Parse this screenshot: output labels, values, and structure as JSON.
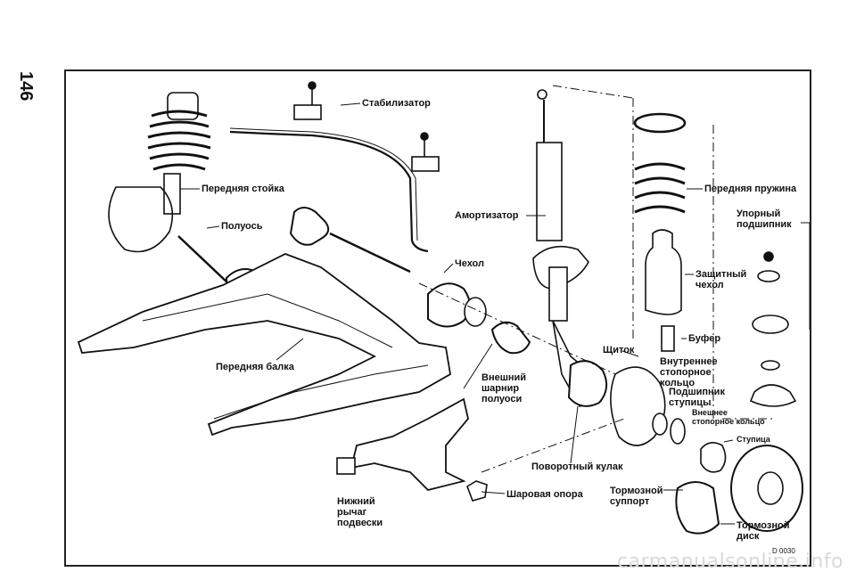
{
  "page": {
    "number": "146",
    "figure_code": "D 0030",
    "watermark": "carmanualsonline.info"
  },
  "labels": {
    "stabilizer": "Стабилизатор",
    "front_strut": "Передняя стойка",
    "half_shaft": "Полуось",
    "shock_absorber": "Амортизатор",
    "boot": "Чехол",
    "front_beam": "Передняя балка",
    "outer_cv_joint": "Внешний\nшарнир\nполуоси",
    "steering_knuckle": "Поворотный кулак",
    "ball_joint": "Шаровая опора",
    "lower_arm": "Нижний\nрычаг\nподвески",
    "brake_caliper": "Тормозной\nсуппорт",
    "brake_disc": "Тормозной\nдиск",
    "hub": "Ступица",
    "outer_snap_ring": "Внешнее\nстопорное кольцо",
    "hub_bearing": "Подшипник\nступицы",
    "inner_snap_ring": "Внутреннее\nстопорное\nкольцо",
    "shield": "Щиток",
    "bump_stop": "Буфер",
    "protective_boot": "Защитный\nчехол",
    "thrust_bearing": "Упорный\nподшипник",
    "front_spring": "Передняя пружина"
  }
}
